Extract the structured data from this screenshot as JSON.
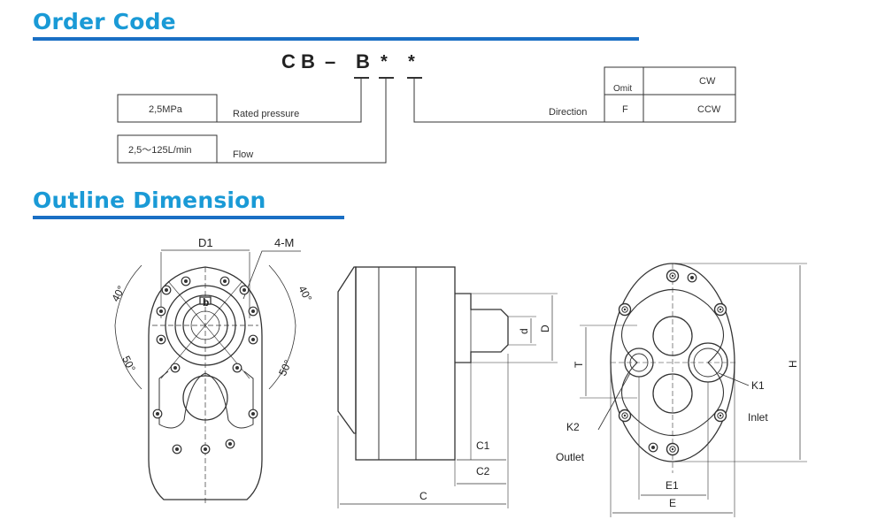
{
  "order_code": {
    "title": "Order Code",
    "code": {
      "prefix": "C B",
      "dash": "–",
      "series": "B",
      "star1": "*",
      "star2": "*"
    },
    "pressure": {
      "value": "2,5MPa",
      "label": "Rated pressure"
    },
    "flow": {
      "value": "2,5～125L/min",
      "label": "Flow"
    },
    "direction": {
      "label": "Direction",
      "rows": [
        {
          "key": "Omit",
          "value": "CW"
        },
        {
          "key": "F",
          "value": "CCW"
        }
      ]
    }
  },
  "outline": {
    "title": "Outline Dimension",
    "front_view": {
      "d1": "D1",
      "holes": "4-M",
      "b": "b",
      "angle_40_left": "40°",
      "angle_40_right": "40°",
      "angle_50_left": "50°",
      "angle_50_right": "50°"
    },
    "side_view": {
      "d": "d",
      "D": "D",
      "c1": "C1",
      "c2": "C2",
      "c": "C"
    },
    "rear_view": {
      "t": "T",
      "h": "H",
      "k1": "K1",
      "k2": "K2",
      "inlet": "Inlet",
      "outlet": "Outlet",
      "e1": "E1",
      "e": "E"
    }
  },
  "colors": {
    "title": "#1a9ad6",
    "rule": "#1a6fc4",
    "line": "#333333"
  }
}
